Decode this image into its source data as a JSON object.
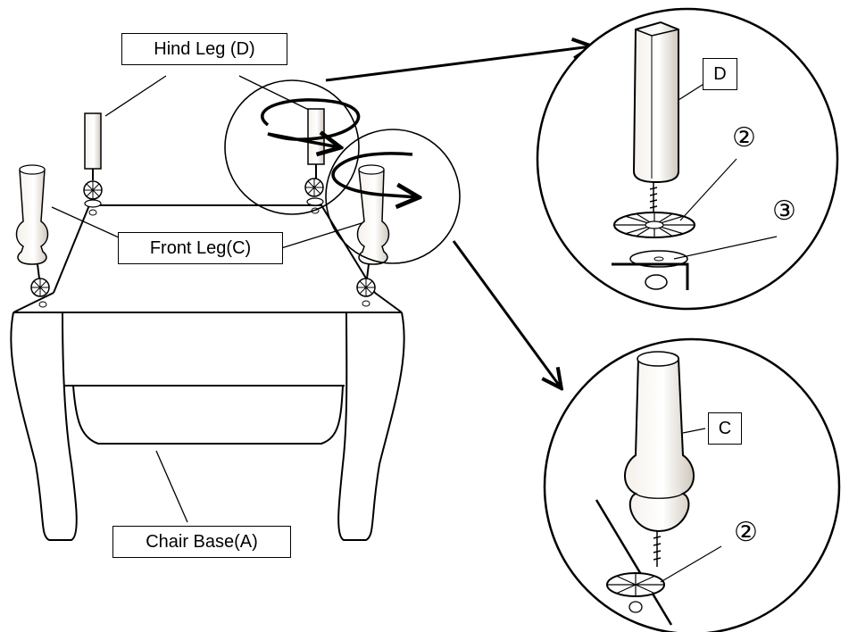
{
  "labels": {
    "hind_leg": "Hind Leg (D)",
    "front_leg": "Front Leg(C)",
    "chair_base": "Chair Base(A)",
    "detail_d": "D",
    "detail_c": "C"
  },
  "callouts": {
    "washer_2_top": "②",
    "washer_3": "③",
    "washer_2_bottom": "②"
  },
  "colors": {
    "line": "#000000",
    "background": "#ffffff"
  }
}
